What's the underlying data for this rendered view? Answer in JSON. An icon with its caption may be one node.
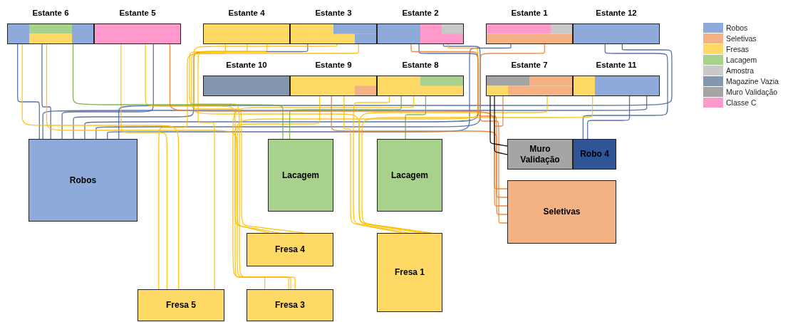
{
  "diagram": {
    "nodes": [
      {
        "text": [
          "Estante 6"
        ]
      },
      {
        "text": [
          "Estante 5"
        ]
      },
      {
        "text": [
          "Estante 4"
        ]
      },
      {
        "text": [
          "Estante 3"
        ]
      },
      {
        "text": [
          "Estante 2"
        ]
      },
      {
        "text": [
          "Estante 1"
        ]
      },
      {
        "text": [
          "Estante 12"
        ]
      },
      {
        "text": [
          "Estante 10"
        ]
      },
      {
        "text": [
          "Estante 9"
        ]
      },
      {
        "text": [
          "Estante 8"
        ]
      },
      {
        "text": [
          "Estante 7"
        ]
      },
      {
        "text": [
          "Estante 11"
        ]
      },
      {
        "text": [
          "Robos"
        ]
      },
      {
        "text": [
          "Lacagem"
        ]
      },
      {
        "text": [
          "Lacagem"
        ]
      },
      {
        "text": [
          "Muro Validação"
        ]
      },
      {
        "text": [
          "Robo 4"
        ]
      },
      {
        "text": [
          "Seletivas"
        ]
      },
      {
        "text": [
          "Fresa 4"
        ]
      },
      {
        "text": [
          "Fresa 1"
        ]
      },
      {
        "text": [
          "Fresa 5"
        ]
      },
      {
        "text": [
          "Fresa 3"
        ]
      }
    ],
    "edges": [
      {
        "from": 0,
        "to": 12,
        "arrow": "none",
        "color": "#4a66a0"
      },
      {
        "from": 0,
        "to": 12,
        "arrow": "none",
        "color": "#4a66a0"
      },
      {
        "from": 1,
        "to": 12,
        "arrow": "none",
        "color": "#4a66a0"
      },
      {
        "from": 3,
        "to": 12,
        "arrow": "none",
        "color": "#4a66a0"
      },
      {
        "from": 4,
        "to": 12,
        "arrow": "none",
        "color": "#4a66a0"
      },
      {
        "from": 4,
        "to": 12,
        "arrow": "none",
        "color": "#4a66a0"
      },
      {
        "from": 5,
        "to": 12,
        "arrow": "none",
        "color": "#4a66a0"
      },
      {
        "from": 6,
        "to": 12,
        "arrow": "none",
        "color": "#4a66a0"
      },
      {
        "from": 11,
        "to": 12,
        "arrow": "none",
        "color": "#4a66a0"
      },
      {
        "from": 6,
        "to": 16,
        "arrow": "none",
        "color": "#4a66a0"
      },
      {
        "from": 11,
        "to": 16,
        "arrow": "none",
        "color": "#4a66a0"
      },
      {
        "from": 0,
        "to": 20,
        "arrow": "none"
      },
      {
        "from": 0,
        "to": 21,
        "arrow": "none"
      },
      {
        "from": 2,
        "to": 21,
        "arrow": "none"
      },
      {
        "from": 2,
        "to": 18,
        "arrow": "none"
      },
      {
        "from": 3,
        "to": 19,
        "arrow": "none"
      },
      {
        "from": 4,
        "to": 21,
        "arrow": "none"
      },
      {
        "from": 8,
        "to": 18,
        "arrow": "none"
      },
      {
        "from": 8,
        "to": 19,
        "arrow": "none"
      },
      {
        "from": 9,
        "to": 19,
        "arrow": "none"
      },
      {
        "from": 9,
        "to": 21,
        "arrow": "none"
      },
      {
        "from": 10,
        "to": 19,
        "arrow": "none"
      },
      {
        "from": 11,
        "to": 19,
        "arrow": "none"
      },
      {
        "from": 2,
        "to": 20,
        "arrow": "none"
      },
      {
        "from": 3,
        "to": 20,
        "arrow": "none"
      },
      {
        "from": 1,
        "to": 20,
        "arrow": "none"
      },
      {
        "from": 1,
        "to": 18,
        "arrow": "none"
      },
      {
        "from": 1,
        "to": 17,
        "arrow": "none",
        "color": "#ed7d31"
      },
      {
        "from": 4,
        "to": 17,
        "arrow": "none",
        "color": "#ed7d31"
      },
      {
        "from": 5,
        "to": 17,
        "arrow": "none",
        "color": "#ed7d31"
      },
      {
        "from": 10,
        "to": 17,
        "arrow": "none",
        "color": "#ed7d31"
      },
      {
        "from": 8,
        "to": 17,
        "arrow": "none",
        "color": "#ed7d31"
      },
      {
        "from": 0,
        "to": 13,
        "arrow": "none",
        "color": "#70ad47"
      },
      {
        "from": 9,
        "to": 13,
        "arrow": "none",
        "color": "#70ad47"
      },
      {
        "from": 9,
        "to": 14,
        "arrow": "none",
        "color": "#70ad47"
      },
      {
        "from": 10,
        "to": 15,
        "arrow": "none",
        "color": "#000000"
      },
      {
        "from": 10,
        "to": 15,
        "arrow": "none",
        "color": "#000000"
      }
    ],
    "legend": [
      {
        "text": "Robos",
        "color": "#8eaadb"
      },
      {
        "text": "Seletivas",
        "color": "#f4b183"
      },
      {
        "text": "Fresas",
        "color": "#ffd966"
      },
      {
        "text": "Lacagem",
        "color": "#a9d18e"
      },
      {
        "text": "Amostra",
        "color": "#c9c9c9"
      },
      {
        "text": "Magazine Vazia",
        "color": "#8497b0"
      },
      {
        "text": "Muro Validação",
        "color": "#a5a5a5"
      },
      {
        "text": "Classe C",
        "color": "#ff99cc"
      }
    ]
  }
}
